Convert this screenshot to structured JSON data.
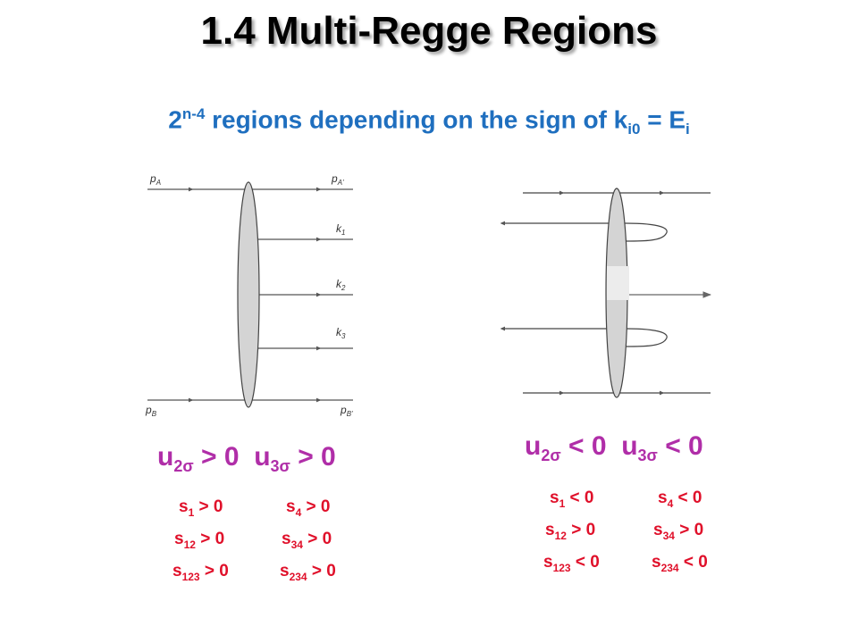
{
  "title": "1.4 Multi-Regge Regions",
  "subtitle": {
    "base": "2",
    "exp": "n-4",
    "text": " regions depending on the sign of k",
    "sub": "i0",
    "eq": " = E",
    "sub2": "i"
  },
  "left_diagram": {
    "labels": [
      {
        "main": "p",
        "sub": "A"
      },
      {
        "main": "p",
        "sub": "A'"
      },
      {
        "main": "k",
        "sub": "1"
      },
      {
        "main": "k",
        "sub": "2"
      },
      {
        "main": "k",
        "sub": "3"
      },
      {
        "main": "p",
        "sub": "B"
      },
      {
        "main": "p",
        "sub": "B'"
      }
    ]
  },
  "left_condition": {
    "u2": "u",
    "u2_sub": "2σ",
    "u2_rel": " > 0",
    "u3": "u",
    "u3_sub": "3σ",
    "u3_rel": " > 0"
  },
  "left_inequalities": {
    "col1": [
      {
        "v": "s",
        "sub": "1",
        "rel": " > 0"
      },
      {
        "v": "s",
        "sub": "12",
        "rel": " > 0"
      },
      {
        "v": "s",
        "sub": "123",
        "rel": " > 0"
      }
    ],
    "col2": [
      {
        "v": "s",
        "sub": "4",
        "rel": " > 0"
      },
      {
        "v": "s",
        "sub": "34",
        "rel": " > 0"
      },
      {
        "v": "s",
        "sub": "234",
        "rel": " > 0"
      }
    ]
  },
  "right_condition": {
    "u2": "u",
    "u2_sub": "2σ",
    "u2_rel": " < 0",
    "u3": "u",
    "u3_sub": "3σ",
    "u3_rel": " < 0"
  },
  "right_inequalities": {
    "col1": [
      {
        "v": "s",
        "sub": "1",
        "rel": " < 0"
      },
      {
        "v": "s",
        "sub": "12",
        "rel": " > 0"
      },
      {
        "v": "s",
        "sub": "123",
        "rel": " < 0"
      }
    ],
    "col2": [
      {
        "v": "s",
        "sub": "4",
        "rel": " < 0"
      },
      {
        "v": "s",
        "sub": "34",
        "rel": " > 0"
      },
      {
        "v": "s",
        "sub": "234",
        "rel": " < 0"
      }
    ]
  },
  "colors": {
    "title": "#000000",
    "subtitle": "#1f6fbf",
    "condition": "#b02ea8",
    "inequality": "#e0102a",
    "blob": "#d4d4d4"
  }
}
